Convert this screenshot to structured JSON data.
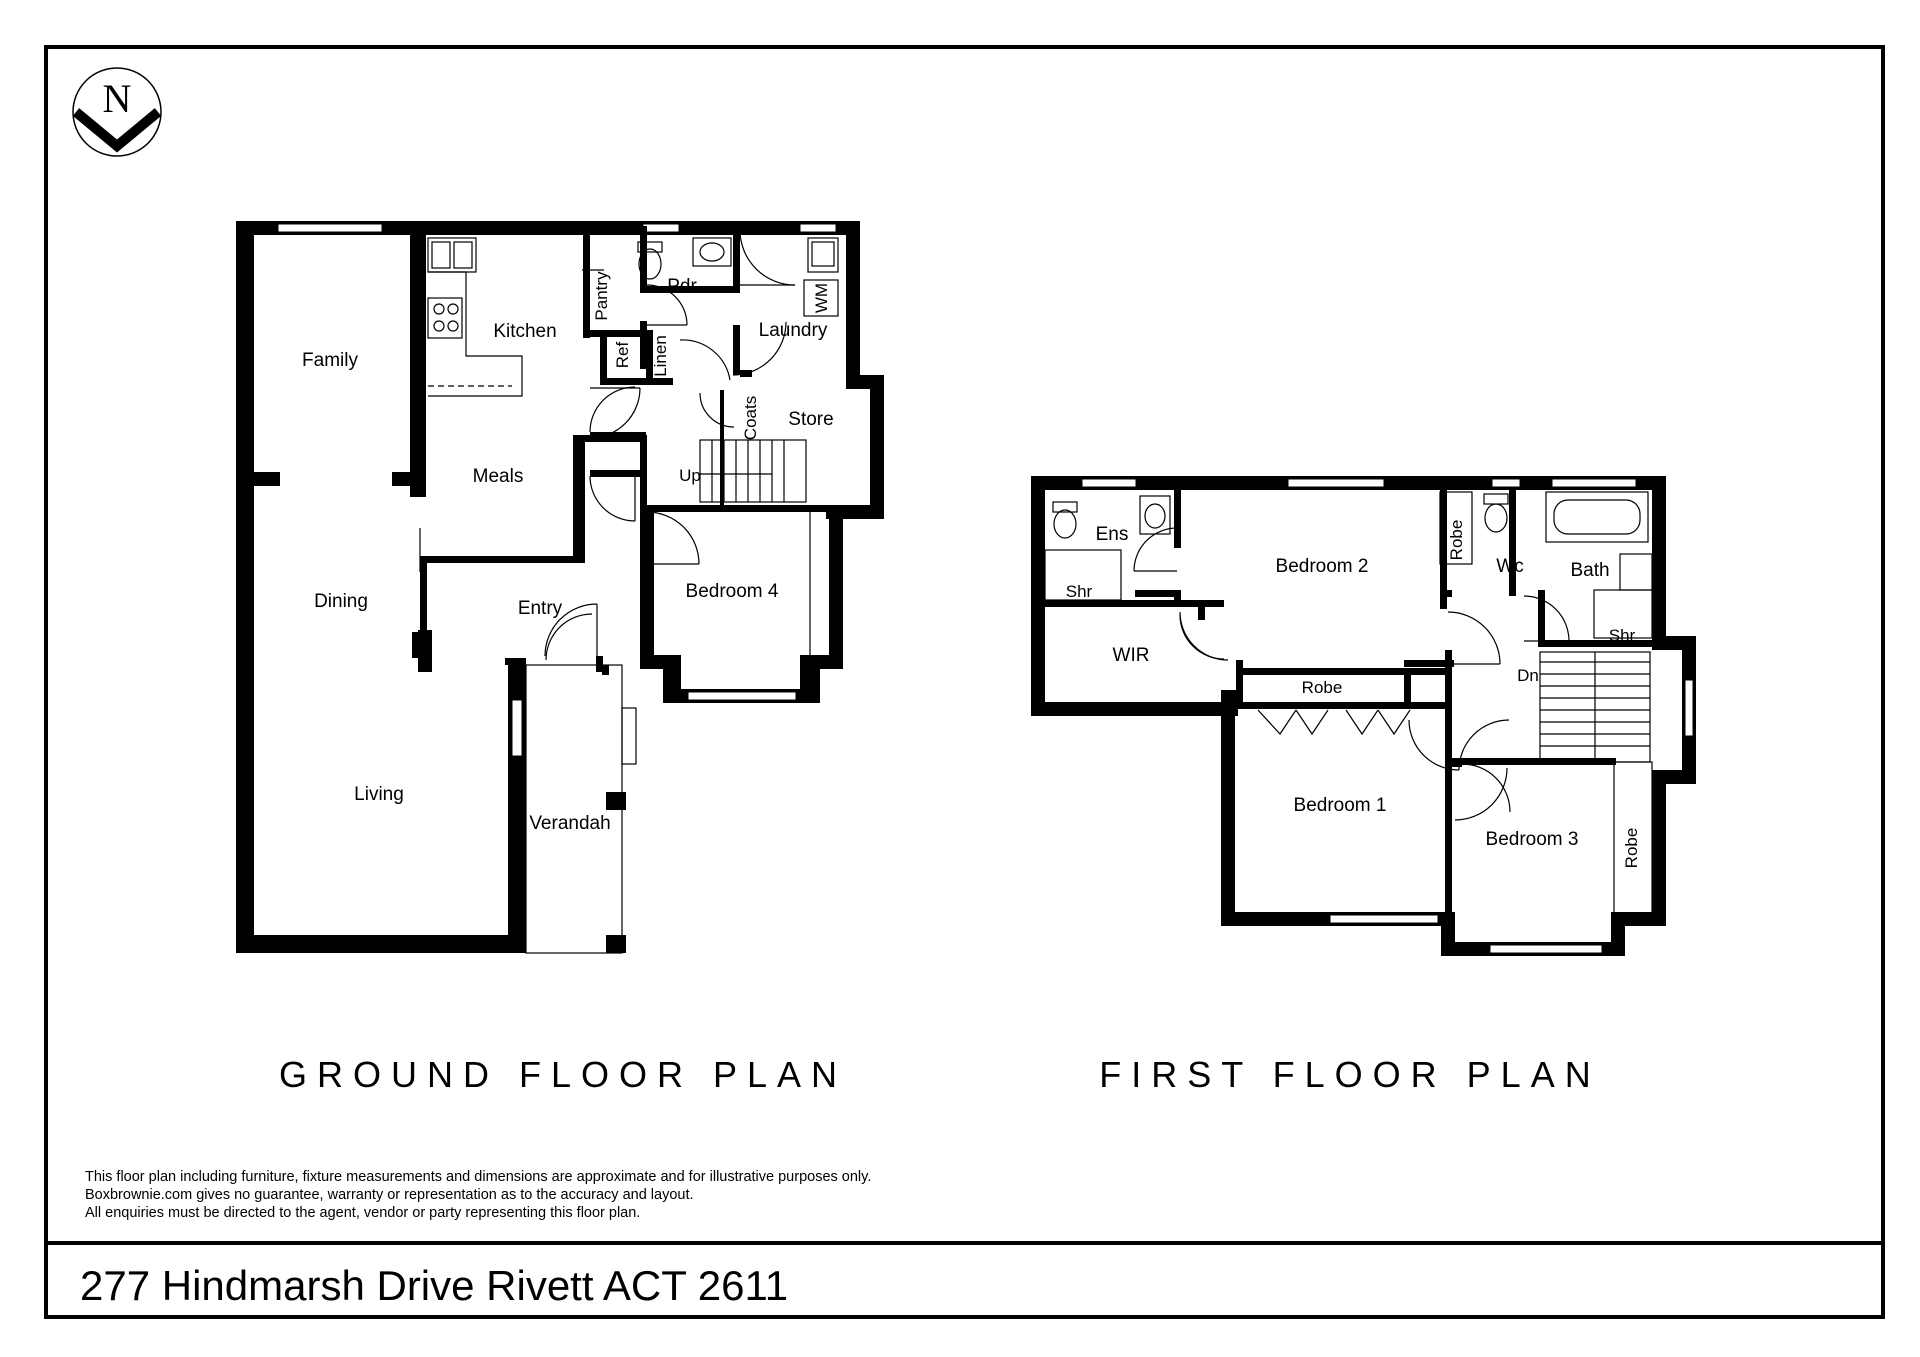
{
  "north_arrow": {
    "letter": "N"
  },
  "ground_floor": {
    "title": "GROUND FLOOR PLAN",
    "rooms": {
      "family": "Family",
      "kitchen": "Kitchen",
      "pantry": "Pantry",
      "pdr": "Pdr",
      "laundry": "Laundry",
      "wm": "WM",
      "ref": "Ref",
      "linen": "Linen",
      "coats": "Coats",
      "store": "Store",
      "meals": "Meals",
      "up": "Up",
      "dining": "Dining",
      "entry": "Entry",
      "bedroom4": "Bedroom 4",
      "living": "Living",
      "verandah": "Verandah"
    }
  },
  "first_floor": {
    "title": "FIRST FLOOR PLAN",
    "rooms": {
      "ens": "Ens",
      "shr_ens": "Shr",
      "bedroom2": "Bedroom 2",
      "robe_bed2": "Robe",
      "wc": "Wc",
      "bath": "Bath",
      "shr_bath": "Shr",
      "wir": "WIR",
      "robe_bed1": "Robe",
      "dn": "Dn",
      "bedroom1": "Bedroom 1",
      "bedroom3": "Bedroom 3",
      "robe_bed3": "Robe"
    }
  },
  "disclaimer": {
    "line1": "This floor plan including furniture, fixture measurements and dimensions are approximate and for illustrative purposes only.",
    "line2": "Boxbrownie.com gives no guarantee, warranty or representation as to the accuracy and layout.",
    "line3": "All enquiries must be directed to the agent, vendor or party representing this floor plan."
  },
  "address": "277 Hindmarsh Drive Rivett ACT 2611"
}
